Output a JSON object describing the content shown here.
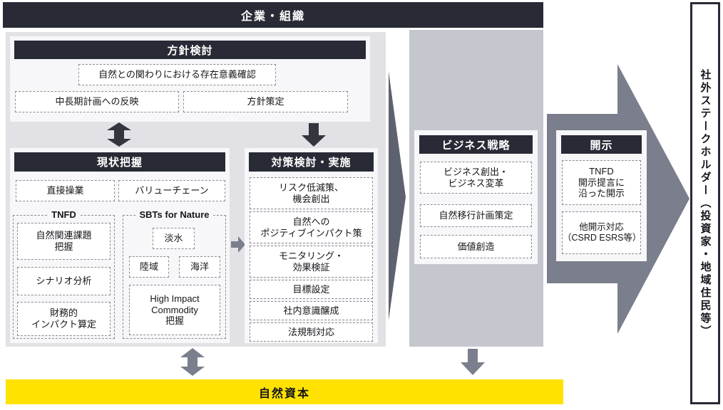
{
  "colors": {
    "header_black": "#282a35",
    "left_panel_gray": "#e2e2e6",
    "column_gray": "#c5c7cf",
    "panel_white": "#f7f7f9",
    "box_border_gray": "#8b8b94",
    "arrow_dark": "#33363f",
    "arrow_gray": "#7b7e8c",
    "arrow_slate": "#5e6270",
    "natural_capital_yellow": "#ffe200",
    "stakeholder_border": "#282a35"
  },
  "top_bar": {
    "label": "企業・組織"
  },
  "policy_section": {
    "header": "方針検討",
    "purpose_box": "自然との関わりにおける存在意義確認",
    "midterm_box": "中長期計画への反映",
    "formulation_box": "方針策定"
  },
  "current_state_section": {
    "header": "現状把握",
    "direct_operations_box": "直接操業",
    "value_chain_box": "バリューチェーン",
    "tnfd_group": {
      "label": "TNFD",
      "items": [
        "自然関連課題\n把握",
        "シナリオ分析",
        "財務的\nインパクト算定"
      ]
    },
    "sbt_group": {
      "label": "SBTs for Nature",
      "freshwater": "淡水",
      "land": "陸域",
      "ocean": "海洋",
      "commodity": "High Impact\nCommodity\n把握"
    }
  },
  "measures_section": {
    "header": "対策検討・実施",
    "items": [
      "リスク低減策、\n機会創出",
      "自然への\nポジティブインパクト策",
      "モニタリング・\n効果検証",
      "目標設定",
      "社内意識醸成",
      "法規制対応"
    ]
  },
  "business_section": {
    "header": "ビジネス戦略",
    "items": [
      "ビジネス創出・\nビジネス変革",
      "自然移行計画策定",
      "価値創造"
    ]
  },
  "disclosure_section": {
    "header": "開示",
    "items": [
      "TNFD\n開示提言に\n沿った開示",
      "他開示対応\n（CSRD ESRS等）"
    ]
  },
  "stakeholder_box": {
    "label": "社外ステークホルダー（投資家・地域住民等）"
  },
  "natural_capital_bar": {
    "label": "自然資本"
  }
}
